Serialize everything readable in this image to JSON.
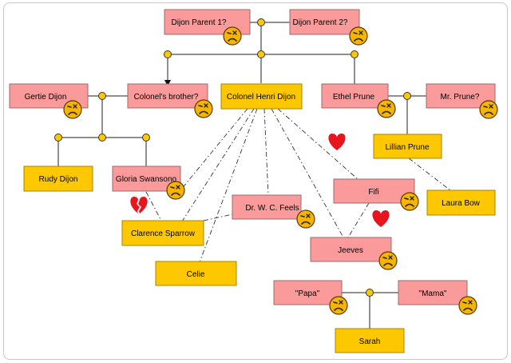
{
  "nodes": [
    {
      "id": "dijon-parent-1",
      "label": "Dijon Parent 1?",
      "style": "pink",
      "mood": "sad"
    },
    {
      "id": "dijon-parent-2",
      "label": "Dijon Parent 2?",
      "style": "pink",
      "mood": "sad"
    },
    {
      "id": "gertie-dijon",
      "label": "Gertie Dijon",
      "style": "pink",
      "mood": "sad"
    },
    {
      "id": "colonels-brother",
      "label": "Colonel's brother?",
      "style": "pink",
      "mood": "sad"
    },
    {
      "id": "colonel-henri-dijon",
      "label": "Colonel Henri Dijon",
      "style": "yellow",
      "mood": ""
    },
    {
      "id": "ethel-prune",
      "label": "Ethel Prune",
      "style": "pink",
      "mood": "sad"
    },
    {
      "id": "mr-prune",
      "label": "Mr. Prune?",
      "style": "pink",
      "mood": "sad"
    },
    {
      "id": "rudy-dijon",
      "label": "Rudy Dijon",
      "style": "yellow",
      "mood": ""
    },
    {
      "id": "gloria-swansono",
      "label": "Gloria Swansono",
      "style": "pink",
      "mood": "sad"
    },
    {
      "id": "lillian-prune",
      "label": "Lillian Prune",
      "style": "yellow",
      "mood": ""
    },
    {
      "id": "laura-bow",
      "label": "Laura Bow",
      "style": "yellow",
      "mood": ""
    },
    {
      "id": "fifi",
      "label": "Fifi",
      "style": "pink",
      "mood": "sad"
    },
    {
      "id": "dr-w-c-feels",
      "label": "Dr. W. C. Feels",
      "style": "pink",
      "mood": "sad"
    },
    {
      "id": "clarence-sparrow",
      "label": "Clarence Sparrow",
      "style": "yellow",
      "mood": ""
    },
    {
      "id": "jeeves",
      "label": "Jeeves",
      "style": "pink",
      "mood": "sad"
    },
    {
      "id": "celie",
      "label": "Celie",
      "style": "yellow",
      "mood": ""
    },
    {
      "id": "papa",
      "label": "\"Papa\"",
      "style": "pink",
      "mood": "sad"
    },
    {
      "id": "mama",
      "label": "\"Mama\"",
      "style": "pink",
      "mood": "sad"
    },
    {
      "id": "sarah",
      "label": "Sarah",
      "style": "yellow",
      "mood": ""
    }
  ],
  "solid_edges": [
    {
      "id": "parents-marriage",
      "kind": "family"
    },
    {
      "id": "parents-children",
      "kind": "family"
    },
    {
      "id": "gertie-brother-marriage",
      "kind": "family"
    },
    {
      "id": "gertie-brother-children",
      "kind": "family"
    },
    {
      "id": "ethel-mrprune-marriage",
      "kind": "family"
    },
    {
      "id": "ethel-mrprune-child",
      "kind": "family"
    },
    {
      "id": "papa-mama-marriage",
      "kind": "family"
    },
    {
      "id": "papa-mama-child",
      "kind": "family"
    }
  ],
  "dashed_edges": [
    {
      "from": "colonel-henri-dijon",
      "to": "clarence-sparrow"
    },
    {
      "from": "colonel-henri-dijon",
      "to": "celie"
    },
    {
      "from": "colonel-henri-dijon",
      "to": "dr-w-c-feels"
    },
    {
      "from": "colonel-henri-dijon",
      "to": "jeeves"
    },
    {
      "from": "colonel-henri-dijon",
      "to": "fifi"
    },
    {
      "from": "colonel-henri-dijon",
      "to": "gloria-swansono"
    },
    {
      "from": "gloria-swansono",
      "to": "clarence-sparrow"
    },
    {
      "from": "fifi",
      "to": "jeeves"
    },
    {
      "from": "lillian-prune",
      "to": "laura-bow"
    }
  ],
  "markers": [
    {
      "id": "heart-1",
      "icon": "heart-icon",
      "color": "#e8141e"
    },
    {
      "id": "heart-2",
      "icon": "heart-icon",
      "color": "#e8141e"
    },
    {
      "id": "broken-heart",
      "icon": "broken-heart-icon",
      "color": "#e8141e"
    }
  ],
  "colors": {
    "pink": "#fa9a9a",
    "yellow": "#fdc800",
    "face": "#f7b500",
    "heart": "#e8141e"
  }
}
